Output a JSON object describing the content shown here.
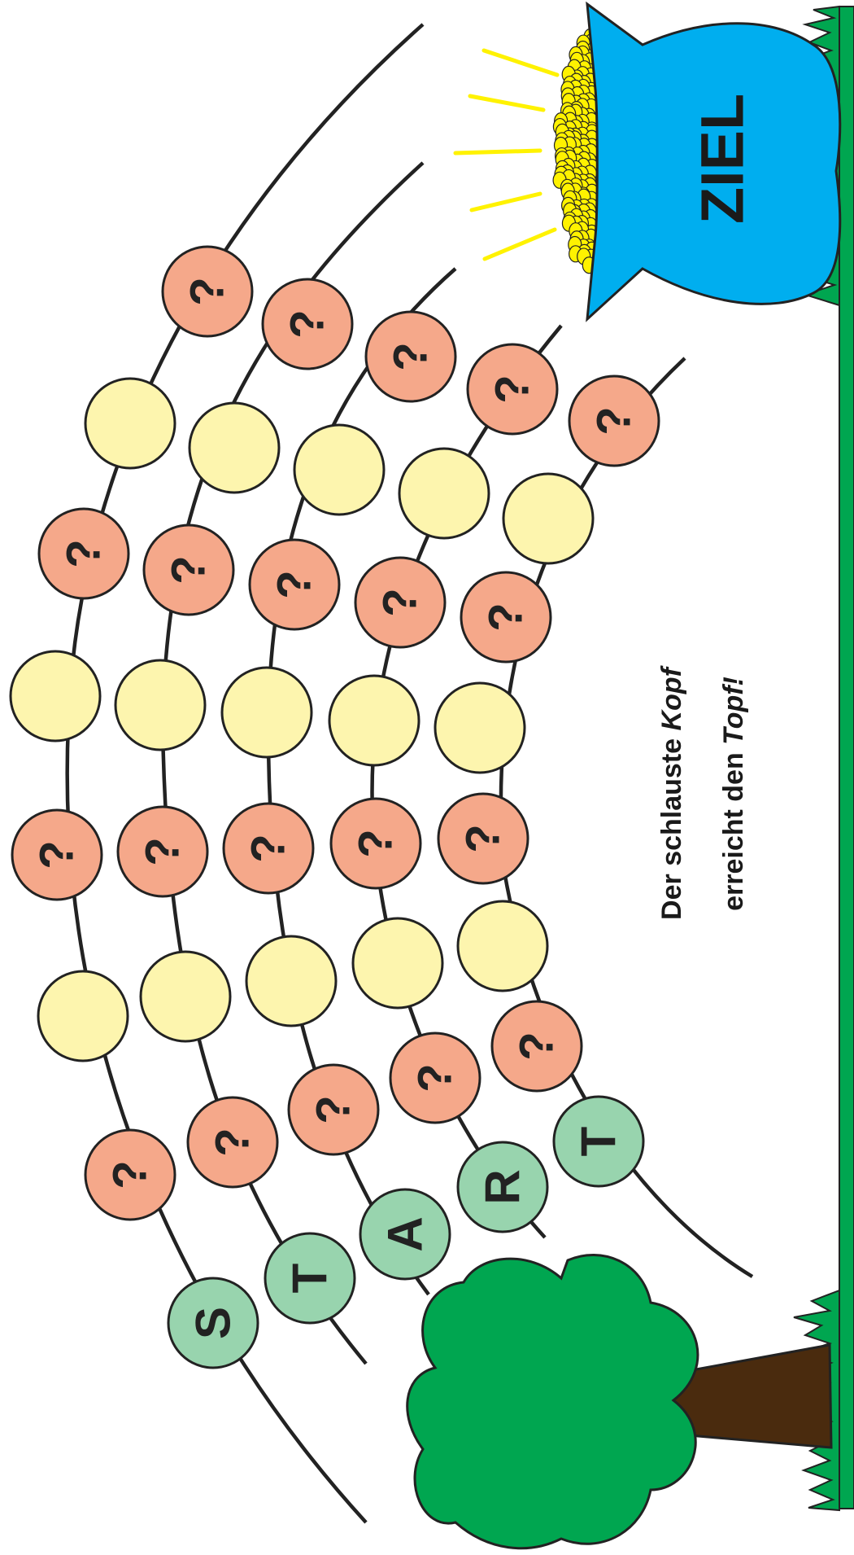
{
  "goal": {
    "label": "ZIEL",
    "pot_color": "#00aeef",
    "coin_color": "#fff200",
    "ray_color": "#fff200"
  },
  "slogan": {
    "line1_pre": "Der schlauste ",
    "line1_em": "Kopf",
    "line2_pre": "erreicht den ",
    "line2_em": "Topf!"
  },
  "cells": {
    "question_mark": "?",
    "start_letters": [
      "S",
      "T",
      "A",
      "R",
      "T"
    ],
    "colors": {
      "question": "#f5a88a",
      "blank": "#fdf5ae",
      "start": "#98d4ae"
    }
  },
  "scenery": {
    "grass_color": "#00a650",
    "tree_color": "#00a650",
    "trunk_color": "#4a2b0e"
  }
}
